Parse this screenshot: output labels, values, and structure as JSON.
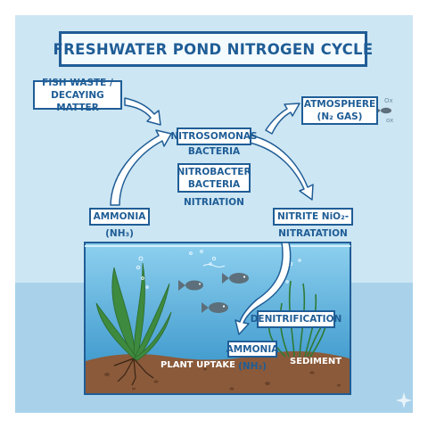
{
  "title": "FRESHWATER POND NITROGEN CYCLE",
  "nodes": {
    "fish_waste": [
      "FISH WASTE /",
      "DECAYING MATTER"
    ],
    "nitrosomonas": [
      "NITROSOMONAS",
      "BACTERIA"
    ],
    "nitrobacter": [
      "NITROBACTER",
      "BACTERIA"
    ],
    "nitriation": "NITRIATION",
    "atmosphere": [
      "ATMOSPHERE",
      "(N₂ GAS)"
    ],
    "ammonia_left": [
      "AMMONIA",
      "(NH₃)"
    ],
    "nitrite": "NITRITE NiO₂-",
    "nitratation": "NITRATATION",
    "denitrification": "DENITRIFICATION",
    "ammonia_bottom": "AMMONIA",
    "ammonia_bottom_formula": "(NH₃)",
    "plant_uptake": "PLANT UPTAKE",
    "sediment": "SEDIMENT"
  },
  "atmosphere_marks": [
    "Ox",
    "ox"
  ],
  "colors": {
    "background": "#cde6f3",
    "lower_band": "#a9d2ea",
    "title_border": "#1f5d96",
    "text": "#1f5d96",
    "water": "#5fb3dc",
    "soil": "#8a5a3a",
    "plant": "#3e8a3e"
  }
}
